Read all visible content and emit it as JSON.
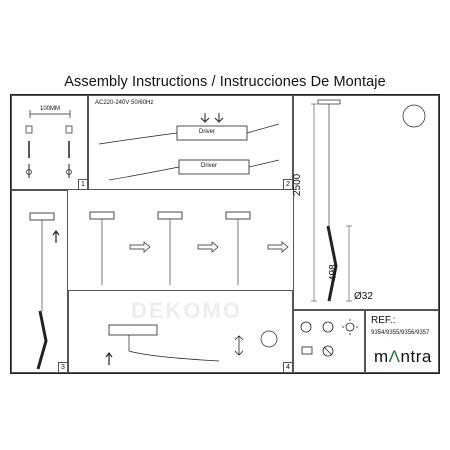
{
  "header": {
    "title": "Assembly Instructions / Instrucciones De Montaje"
  },
  "panels": {
    "p1": {
      "number": "1",
      "dimension_label": "100MM"
    },
    "p2": {
      "number": "2",
      "voltage": "AC220-240V  50/60Hz",
      "driver_label_1": "Driver",
      "driver_label_2": "Driver"
    },
    "p3": {
      "number": "3"
    },
    "p4": {
      "number": "4"
    }
  },
  "dimensions": {
    "height_total": "2500",
    "height_lamp": "498",
    "diameter": "Ø32"
  },
  "reference": {
    "label": "REF.:",
    "codes": "9354/9355/9356/9357"
  },
  "brand": {
    "name_pre": "m",
    "name_post": "ntra"
  },
  "icons": [
    "bulb-icon",
    "lamp-icon",
    "sun-icon",
    "cleaning-icon",
    "no-water-icon"
  ],
  "watermark": "DEKOMO",
  "colors": {
    "line": "#222222",
    "brand_green": "#1f7a3a"
  }
}
